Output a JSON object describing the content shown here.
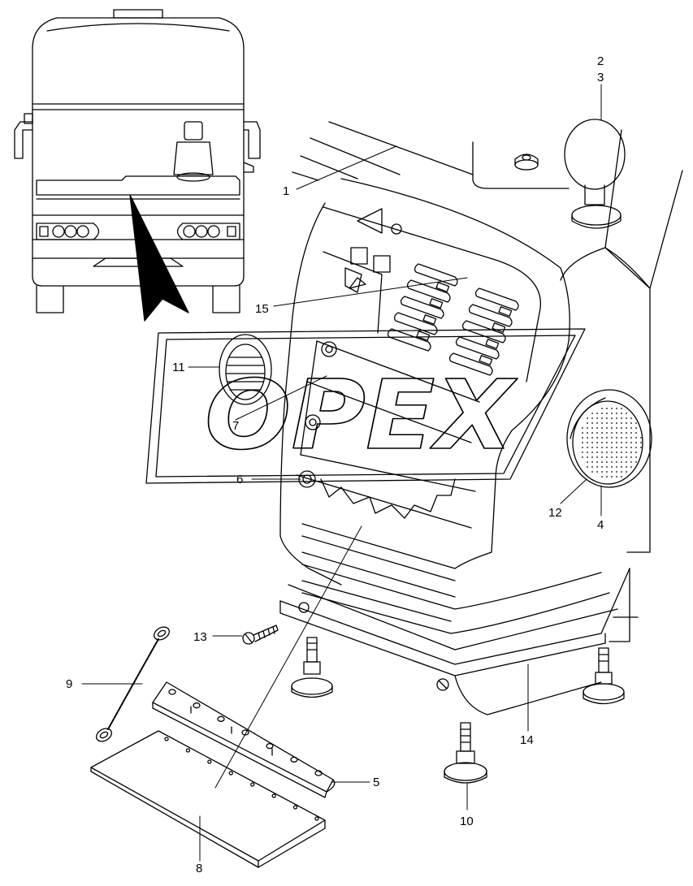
{
  "watermark": {
    "text": "OPEX",
    "color": "#000000"
  },
  "callouts": {
    "c1": "1",
    "c2": "2",
    "c3": "3",
    "c4": "4",
    "c5": "5",
    "c6": "6",
    "c7": "7",
    "c8": "8",
    "c9": "9",
    "c10": "10",
    "c11": "11",
    "c12": "12",
    "c13": "13",
    "c14": "14",
    "c15": "15"
  },
  "colors": {
    "line": "#000000",
    "background": "#ffffff"
  }
}
